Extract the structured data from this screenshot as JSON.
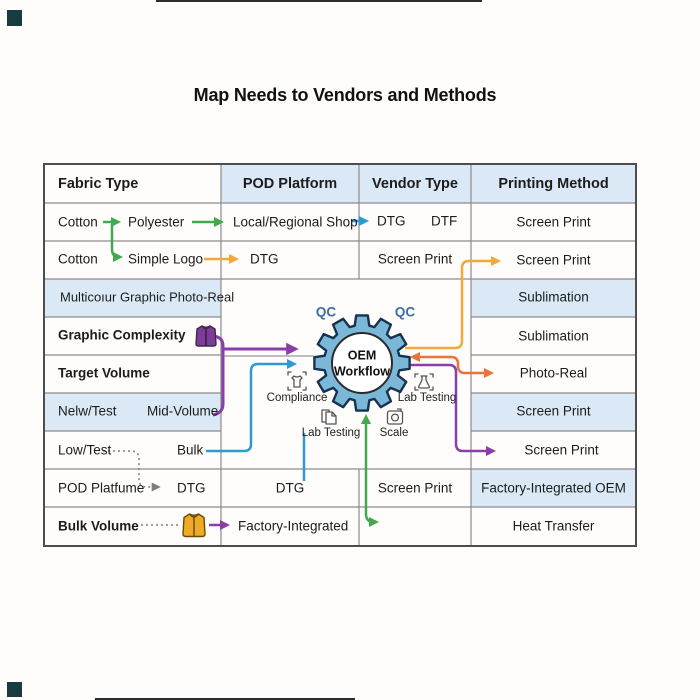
{
  "page": {
    "title": "Map Needs to Vendors and Methods"
  },
  "table": {
    "header": {
      "fabric": "Fabric Type",
      "pod": "POD Platform",
      "vendor": "Vendor Type",
      "printing": "Printing Method"
    },
    "fabric_col": {
      "r1_left": "Cotton",
      "r1_right": "Polyester",
      "r2_left": "Cotton",
      "r2_right": "Simple Logo",
      "r3": "Multicoıur Graphic Photo-Real",
      "r4": "Graphic Complexity",
      "r5": "Target Volume",
      "r6_left": "Nelw/Test",
      "r6_right": "Mid-Volume",
      "r7_left": "Low/Test",
      "r7_right": "Bulk",
      "r8_left": "POD Platfume",
      "r8_right": "DTG",
      "r9": "Bulk Volume"
    },
    "pod_col": {
      "r1": "Local/Regional Shop",
      "r2": "DTG",
      "r8": "DTG",
      "r9": "Factory-Integrated"
    },
    "vendor_col": {
      "r1_a": "DTG",
      "r1_b": "DTF",
      "r2": "Screen Print",
      "r8": "Screen Print"
    },
    "printing_col": {
      "r1": "Screen Print",
      "r2": "Screen Print",
      "r3": "Sublimation",
      "r4": "Sublimation",
      "r5": "Photo-Real",
      "r6": "Screen Print",
      "r7": "Screen Print",
      "r8": "Factory-Integrated OEM",
      "r9": "Heat Transfer"
    },
    "hub": {
      "line1": "OEM",
      "line2": "Workflow",
      "qc_left": "QC",
      "qc_right": "QC",
      "compliance": "Compliance",
      "lab_testing_right": "Lab Testing",
      "lab_testing_bottom": "Lab Testing",
      "scale": "Scale"
    }
  },
  "colors": {
    "row_blue": "#dbe9f6",
    "gear_fill": "#7bb8d8",
    "gear_stroke": "#16324f",
    "green": "#44a94e",
    "yellow": "#f2a93b",
    "orange": "#e8743a",
    "blue": "#2e9ad2",
    "purple": "#8a3fa8",
    "qc_blue": "#3e6e9e"
  }
}
